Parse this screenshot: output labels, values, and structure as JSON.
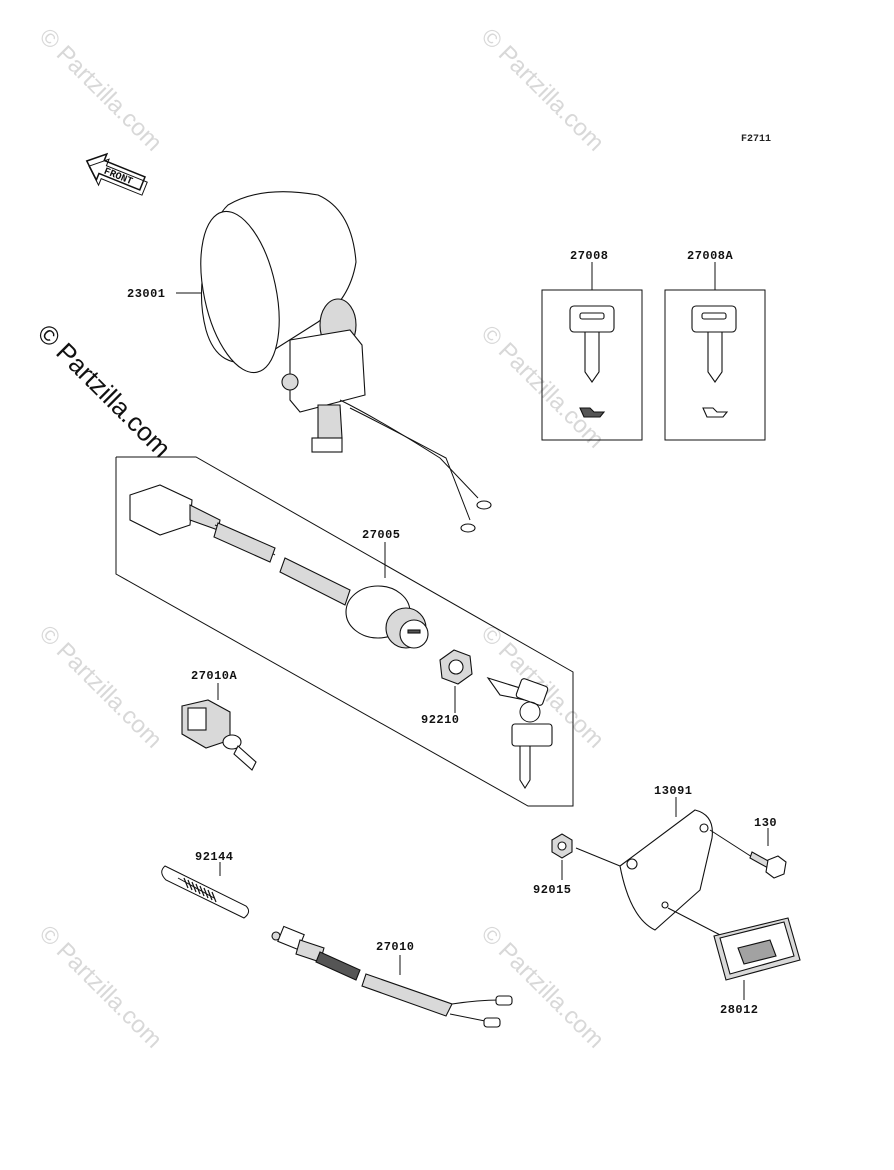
{
  "figure_code": "F2711",
  "front_label": "FRONT",
  "watermark": "© Partzilla.com",
  "watermark_main": "© Partzilla.com",
  "parts": {
    "headlight": "23001",
    "key_a": "27008",
    "key_b": "27008A",
    "ignition_switch": "27005",
    "toggle_switch": "27010A",
    "nut": "92210",
    "bracket": "13091",
    "bolt": "130",
    "collar": "92015",
    "spring": "92144",
    "stop_switch": "27010",
    "plate": "28012"
  }
}
